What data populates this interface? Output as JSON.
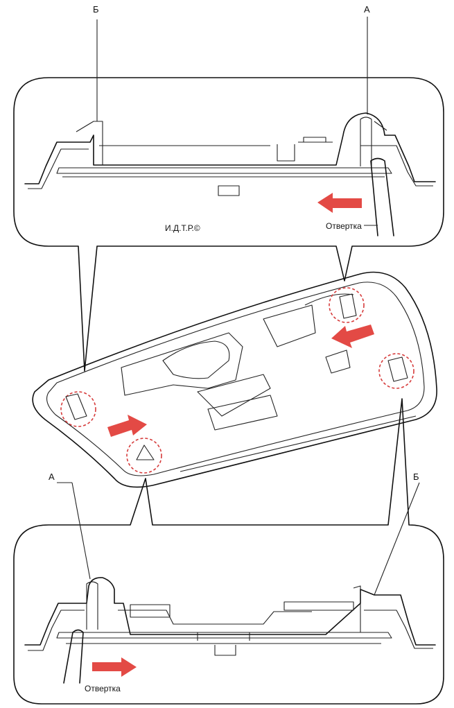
{
  "labels": {
    "top_left_callout": "Б",
    "top_right_callout": "А",
    "bottom_left_callout": "А",
    "bottom_right_callout": "Б",
    "copyright": "И.Д.Т.Р.©",
    "tool_top": "Отвертка",
    "tool_bottom": "Отвертка"
  },
  "colors": {
    "arrow": "#e34a45",
    "marker_circle": "#d63b3b",
    "line": "#111111"
  }
}
